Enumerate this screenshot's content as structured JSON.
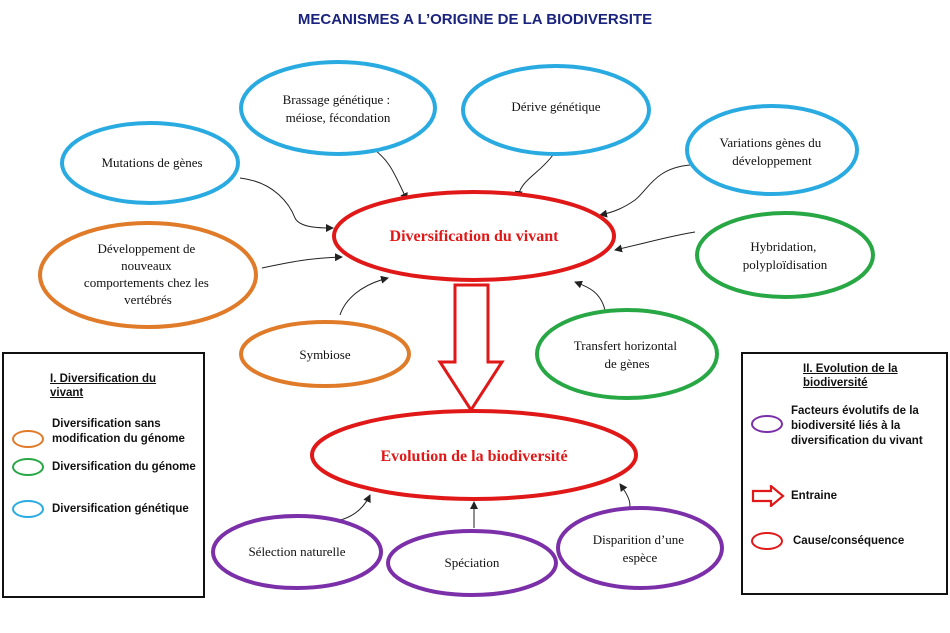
{
  "title": "MECANISMES A L’ORIGINE DE LA BIODIVERSITE",
  "center_top": "Diversification du vivant",
  "center_bottom": "Evolution de la biodiversité",
  "nodes": {
    "mutations": [
      "Mutations de gènes"
    ],
    "brassage": [
      "Brassage génétique :",
      "méiose, fécondation"
    ],
    "derive": [
      "Dérive génétique"
    ],
    "variations": [
      "Variations gènes du",
      "développement"
    ],
    "hybridation": [
      "Hybridation,",
      "polyploïdisation"
    ],
    "transfert": [
      "Transfert horizontal",
      "de gènes"
    ],
    "symbiose": [
      "Symbiose"
    ],
    "developpement": [
      "Développement de",
      "nouveaux",
      "comportements chez les",
      "vertébrés"
    ],
    "selection": [
      "Sélection naturelle"
    ],
    "speciation": [
      "Spéciation"
    ],
    "disparition": [
      "Disparition d’une",
      "espèce"
    ]
  },
  "legend_left": {
    "title": "I. Diversification du vivant",
    "items": [
      {
        "label": "Diversification sans modification du génome",
        "color": "#e07b2a"
      },
      {
        "label": "Diversification du génome",
        "color": "#28a745"
      },
      {
        "label": "Diversification génétique",
        "color": "#29abe2"
      }
    ]
  },
  "legend_right": {
    "title": "II. Evolution de la biodiversité",
    "items": [
      {
        "label": "Facteurs évolutifs de la biodiversité liés à la diversification du vivant",
        "type": "oval",
        "color": "#7b2fa8"
      },
      {
        "label": "Entraine",
        "type": "arrow",
        "color": "#e01818"
      },
      {
        "label": "Cause/conséquence",
        "type": "oval",
        "color": "#e01818"
      }
    ]
  },
  "colors": {
    "orange": "#e07b2a",
    "green": "#28a745",
    "blue": "#29abe2",
    "purple": "#7b2fa8",
    "red": "#e01818",
    "title": "#1a237e"
  }
}
